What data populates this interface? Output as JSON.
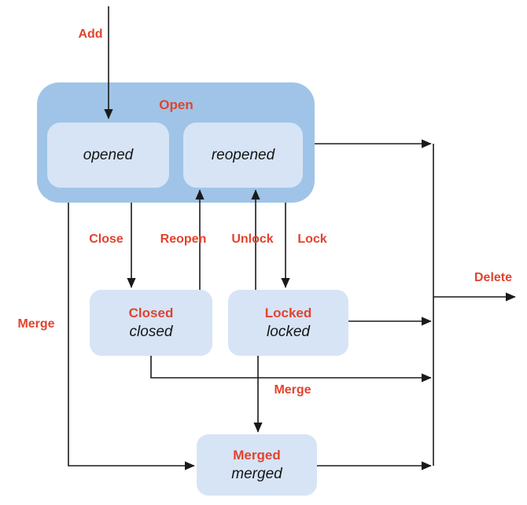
{
  "diagram": {
    "states": {
      "open": {
        "label": "Open"
      },
      "opened": {
        "name": "opened"
      },
      "reopened": {
        "name": "reopened"
      },
      "closed": {
        "label": "Closed",
        "name": "closed"
      },
      "locked": {
        "label": "Locked",
        "name": "locked"
      },
      "merged": {
        "label": "Merged",
        "name": "merged"
      }
    },
    "transitions": {
      "add": {
        "label": "Add"
      },
      "close": {
        "label": "Close"
      },
      "reopen": {
        "label": "Reopen"
      },
      "unlock": {
        "label": "Unlock"
      },
      "lock": {
        "label": "Lock"
      },
      "merge_left": {
        "label": "Merge"
      },
      "merge_down": {
        "label": "Merge"
      },
      "delete": {
        "label": "Delete"
      }
    },
    "colors": {
      "container_fill": "#9fc4e7",
      "state_fill": "#d6e4f6",
      "accent_red": "#e2432e",
      "line": "#1a1a1a"
    }
  }
}
